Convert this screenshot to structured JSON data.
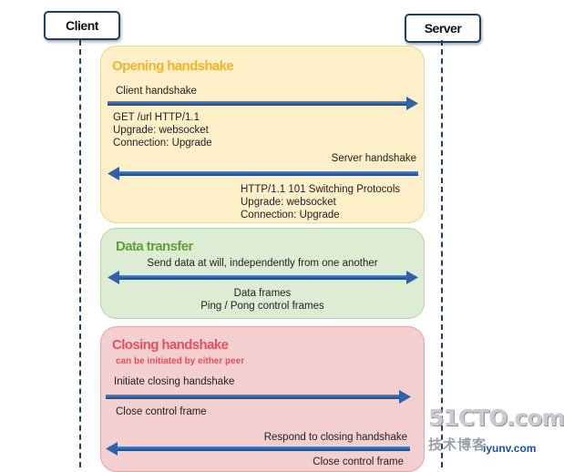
{
  "actors": {
    "client": "Client",
    "server": "Server"
  },
  "opening": {
    "title": "Opening handshake",
    "client_handshake": "Client handshake",
    "request_lines": [
      "GET /url HTTP/1.1",
      "Upgrade: websocket",
      "Connection: Upgrade"
    ],
    "server_handshake": "Server handshake",
    "response_lines": [
      "HTTP/1.1 101 Switching Protocols",
      "Upgrade: websocket",
      "Connection: Upgrade"
    ]
  },
  "data_transfer": {
    "title": "Data transfer",
    "send_label": "Send data at will, independently from one another",
    "frame_lines": [
      "Data frames",
      "Ping / Pong control frames"
    ]
  },
  "closing": {
    "title": "Closing handshake",
    "subtitle": "can be initiated by either peer",
    "initiate_label": "Initiate closing handshake",
    "close_frame_1": "Close control frame",
    "respond_label": "Respond to closing handshake",
    "close_frame_2": "Close control frame"
  },
  "watermark": {
    "main": "51CTO.com",
    "sub": "技术博客",
    "url": "iyunv.com"
  },
  "colors": {
    "arrow": "#2f62a8",
    "opening_bg": "#fdf0c8",
    "data_bg": "#dcedd4",
    "closing_bg": "#f4cfcf",
    "opening_title": "#f2b42a",
    "data_title": "#5e9f3b",
    "closing_title": "#e4515e"
  }
}
